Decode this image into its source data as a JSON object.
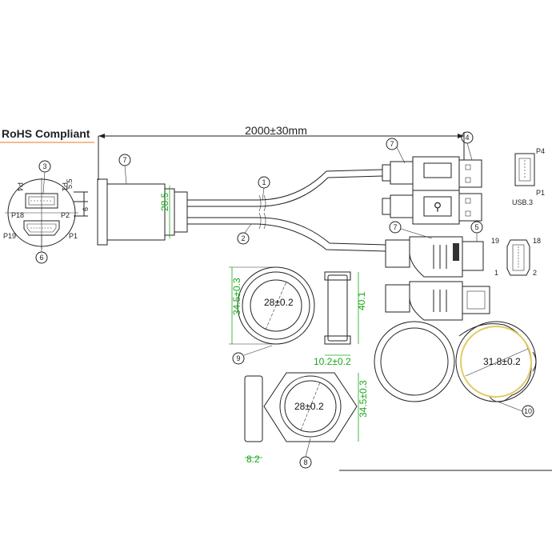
{
  "header": {
    "compliance": "RoHS Compliant",
    "overall_length": "2000±30mm"
  },
  "callouts": [
    "1",
    "2",
    "3",
    "4",
    "5",
    "6",
    "7",
    "7",
    "8",
    "9",
    "10"
  ],
  "pins": {
    "usb3_top_left": "P4",
    "usb3_top_right": "P1",
    "hdmi_left": "P18",
    "hdmi_right": "P2",
    "hdmi_bottom_left": "P19",
    "hdmi_bottom_right": "P1",
    "usb3_side_top": "P4",
    "usb3_side_bottom": "P1",
    "hdmi_side_19": "19",
    "hdmi_side_18": "18",
    "hdmi_side_1": "1",
    "hdmi_side_2": "2"
  },
  "usb_label": "USB.3",
  "dims": {
    "panel_h": "28.5",
    "gap_5_5": "5.5",
    "gap_6": "6",
    "nut_od": "34.5±0.3",
    "nut_id": "28±0.2",
    "gasket_h": "40.1",
    "gasket_w": "10.2±0.2",
    "hex_id": "28±0.2",
    "hex_od": "34.5±0.3",
    "washer_w": "8.2",
    "cap_id": "31.8±0.2"
  },
  "colors": {
    "accent_green": "#1aa81a",
    "accent_red": "#e02020",
    "cap_yellow": "#e0cc66",
    "rohs_orange": "#e8781e"
  }
}
